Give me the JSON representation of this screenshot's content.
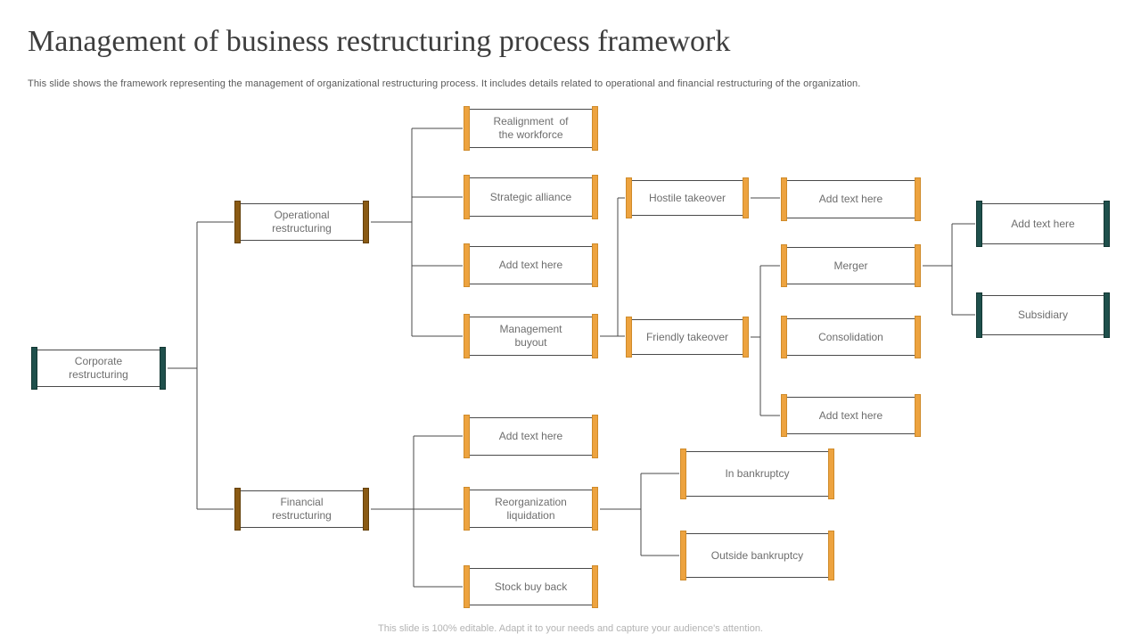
{
  "slide": {
    "title": "Management of business restructuring process framework",
    "subtitle": "This slide shows the framework representing the management of organizational restructuring process. It includes details related to operational and financial restructuring of the organization.",
    "footer": "This slide is 100% editable. Adapt it to your needs and capture your audience's attention."
  },
  "colors": {
    "accent_amber": "#EDA33F",
    "accent_brown": "#8A5A14",
    "accent_teal": "#1F504C",
    "connector_line": "#4a4a4a",
    "box_text": "#6e6e6e"
  },
  "nodes": {
    "corporate": {
      "label": "Corporate\nrestructuring"
    },
    "operational": {
      "label": "Operational\nrestructuring"
    },
    "financial": {
      "label": "Financial\nrestructuring"
    },
    "realignment": {
      "label": "Realignment  of\nthe workforce"
    },
    "strategic": {
      "label": "Strategic alliance"
    },
    "addtext_op": {
      "label": "Add text here"
    },
    "mgmt_buyout": {
      "label": "Management\nbuyout"
    },
    "addtext_fin": {
      "label": "Add text here"
    },
    "reorg": {
      "label": "Reorganization\nliquidation"
    },
    "stock_buyback": {
      "label": "Stock buy back"
    },
    "hostile": {
      "label": "Hostile takeover"
    },
    "friendly": {
      "label": "Friendly takeover"
    },
    "addtext5_top": {
      "label": "Add text here"
    },
    "merger": {
      "label": "Merger"
    },
    "consolidation": {
      "label": "Consolidation"
    },
    "addtext5_bot": {
      "label": "Add text here"
    },
    "addtext6": {
      "label": "Add text here"
    },
    "subsidiary": {
      "label": "Subsidiary"
    },
    "in_bankruptcy": {
      "label": "In bankruptcy"
    },
    "out_bankruptcy": {
      "label": "Outside bankruptcy"
    }
  }
}
